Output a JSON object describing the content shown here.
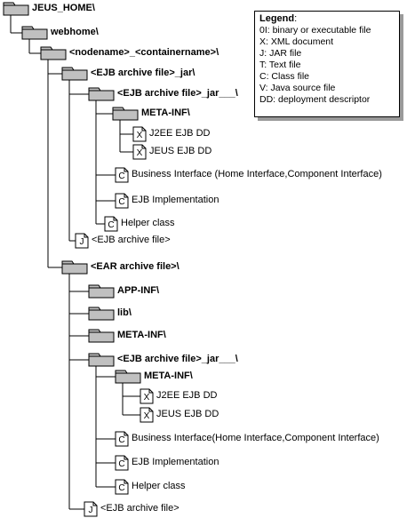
{
  "tree": [
    {
      "type": "folder",
      "label": "JEUS_HOME\\",
      "bold": true
    },
    {
      "type": "folder",
      "label": "webhome\\",
      "bold": true
    },
    {
      "type": "folder",
      "label": "<nodename>_<containername>\\",
      "bold": true
    },
    {
      "type": "folder",
      "label": "<EJB archive file>_jar\\",
      "bold": true
    },
    {
      "type": "folder",
      "label": "<EJB archive file>_jar___\\",
      "bold": true
    },
    {
      "type": "folder",
      "label": "META-INF\\",
      "bold": true
    },
    {
      "type": "file",
      "letter": "X",
      "label": "J2EE EJB DD"
    },
    {
      "type": "file",
      "letter": "X",
      "label": "JEUS EJB DD"
    },
    {
      "type": "file",
      "letter": "C",
      "label": "Business Interface (Home Interface,Component Interface)"
    },
    {
      "type": "file",
      "letter": "C",
      "label": "EJB Implementation"
    },
    {
      "type": "file",
      "letter": "C",
      "label": "Helper class"
    },
    {
      "type": "file",
      "letter": "J",
      "label": "<EJB archive file>"
    },
    {
      "type": "folder",
      "label": "<EAR archive file>\\",
      "bold": true
    },
    {
      "type": "folder",
      "label": "APP-INF\\",
      "bold": true
    },
    {
      "type": "folder",
      "label": "lib\\",
      "bold": true
    },
    {
      "type": "folder",
      "label": "META-INF\\",
      "bold": true
    },
    {
      "type": "folder",
      "label": "<EJB archive file>_jar___\\",
      "bold": true
    },
    {
      "type": "folder",
      "label": "META-INF\\",
      "bold": true
    },
    {
      "type": "file",
      "letter": "X",
      "label": "J2EE EJB DD"
    },
    {
      "type": "file",
      "letter": "X",
      "label": "JEUS EJB DD"
    },
    {
      "type": "file",
      "letter": "C",
      "label": "Business Interface(Home Interface,Component Interface)"
    },
    {
      "type": "file",
      "letter": "C",
      "label": "EJB Implementation"
    },
    {
      "type": "file",
      "letter": "C",
      "label": "Helper class"
    },
    {
      "type": "file",
      "letter": "J",
      "label": "<EJB archive file>"
    }
  ],
  "legend": {
    "title": "Legend",
    "items": [
      "0I: binary or executable file",
      "X: XML document",
      "J: JAR file",
      "T: Text file",
      "C: Class file",
      "V: Java source file",
      "DD: deployment descriptor"
    ]
  },
  "colors": {
    "folder_fill": "#c0c0c0",
    "line": "#000000",
    "file_fill": "#ffffff"
  }
}
